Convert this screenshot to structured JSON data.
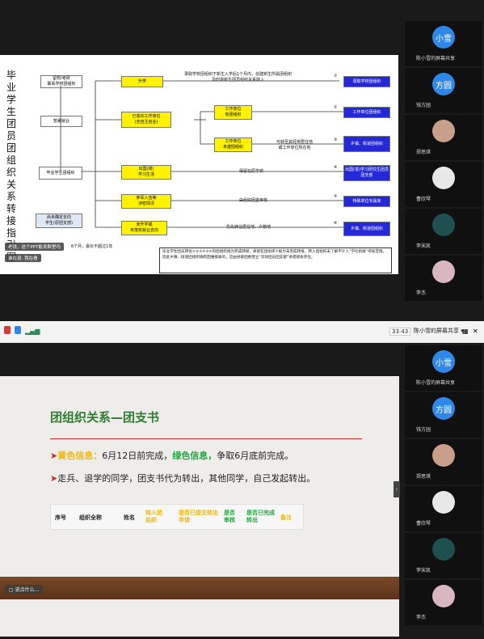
{
  "screen1": {
    "slide": {
      "vertical_title": "毕业学生团员团组织关系转接指引图",
      "nodes": {
        "join_school": "留校/考研\n联系学校团组织",
        "gap_year": "暂缓就业",
        "graduate": "毕业学生团组织",
        "unemployed": "尚未确定去向\n学生(原团支部)",
        "upgrade": "升学",
        "confirmed": "已落实工作单位\n(含自主创业)",
        "has_org": "工作单位\n有团组织",
        "no_org": "工作单位\n未建团组织",
        "abroad": "出国(境)\n学习生活",
        "military": "参军入伍等\n涉密情况",
        "not_employed": "未升学或\n未落实就业去向"
      },
      "arrows": {
        "upgrade": "录取学校团组织于新生入学后1个月内，创建新生所属团组织\n及时将新生团员组织关系转入",
        "no_org": "可转至其经常居住地\n或工作单位所在地",
        "abroad": "保留在原学校",
        "military": "由组织团委审核",
        "not_employed": "优先转往居住地、户籍地"
      },
      "circles": [
        "①",
        "②",
        "③",
        "④",
        "⑤",
        "⑥"
      ],
      "targets": {
        "upgrade": "录取学校团组织",
        "has_org": "工作单位团组织",
        "no_org": "乡镇、街道团组织",
        "abroad": "出国(境)学习研究生团员团支部",
        "military": "特殊单位专属库",
        "not_employed": "乡镇、街道团组织"
      },
      "duration": "6个月，最长不超过1年",
      "note": "毕业学生团员转往①②③④⑤⑥的团组织视为完成转接，保留在团组织⑦视为未完成转接，转入团组织未了解不计入“学社衔接”考核范围。因此乡镇、街道团组织确有困难接收的，应由县级团委建立“流动团员团支部”承担接收责任。"
    },
    "chat": [
      {
        "text": "老铁，这个PPT能发群里吗"
      },
      {
        "text": "谁在说: 我在看"
      }
    ],
    "participants": [
      {
        "avatar": "小雪",
        "name": "陈小雪的屏幕共享",
        "color": "#2f87e8"
      },
      {
        "avatar": "方圆",
        "name": "钱方园",
        "color": "#2f87e8"
      },
      {
        "avatar": "",
        "name": "郑思琪",
        "color": "#c79f8a"
      },
      {
        "avatar": "",
        "name": "曹欣琴",
        "color": "#e8e8e8"
      },
      {
        "avatar": "",
        "name": "李宋凯",
        "color": "#1f4f4f"
      },
      {
        "avatar": "",
        "name": "李杰",
        "color": "#d8b7c0"
      }
    ]
  },
  "screen2": {
    "statusbar": {
      "time": "33:43",
      "view": "陈小雪的屏幕共享"
    },
    "slide": {
      "title": "团组织关系—团支书",
      "bullet1_label_yellow": "黄色信息：",
      "bullet1_mid": "6月12日前完成，",
      "bullet1_label_green": "绿色信息，",
      "bullet1_tail": "争取6月底前完成。",
      "bullet2": "走兵、退学的同学，团支书代为转出，其他同学，自己发起转出。",
      "table_headers": [
        "序号",
        "组织全称",
        "姓名",
        "转入团组织",
        "是否已提交转出申请",
        "是否审核",
        "是否已完成转出",
        "备注"
      ]
    },
    "chat": [
      {
        "text": "说点什么..."
      }
    ],
    "participants": [
      {
        "avatar": "小雪",
        "name": "陈小雪的屏幕共享",
        "color": "#2f87e8"
      },
      {
        "avatar": "方圆",
        "name": "钱方园",
        "color": "#2f87e8"
      },
      {
        "avatar": "",
        "name": "郑思琪",
        "color": "#c79f8a"
      },
      {
        "avatar": "",
        "name": "曹欣琴",
        "color": "#e8e8e8"
      },
      {
        "avatar": "",
        "name": "李宋凯",
        "color": "#1f4f4f"
      },
      {
        "avatar": "",
        "name": "李杰",
        "color": "#d8b7c0"
      }
    ]
  }
}
